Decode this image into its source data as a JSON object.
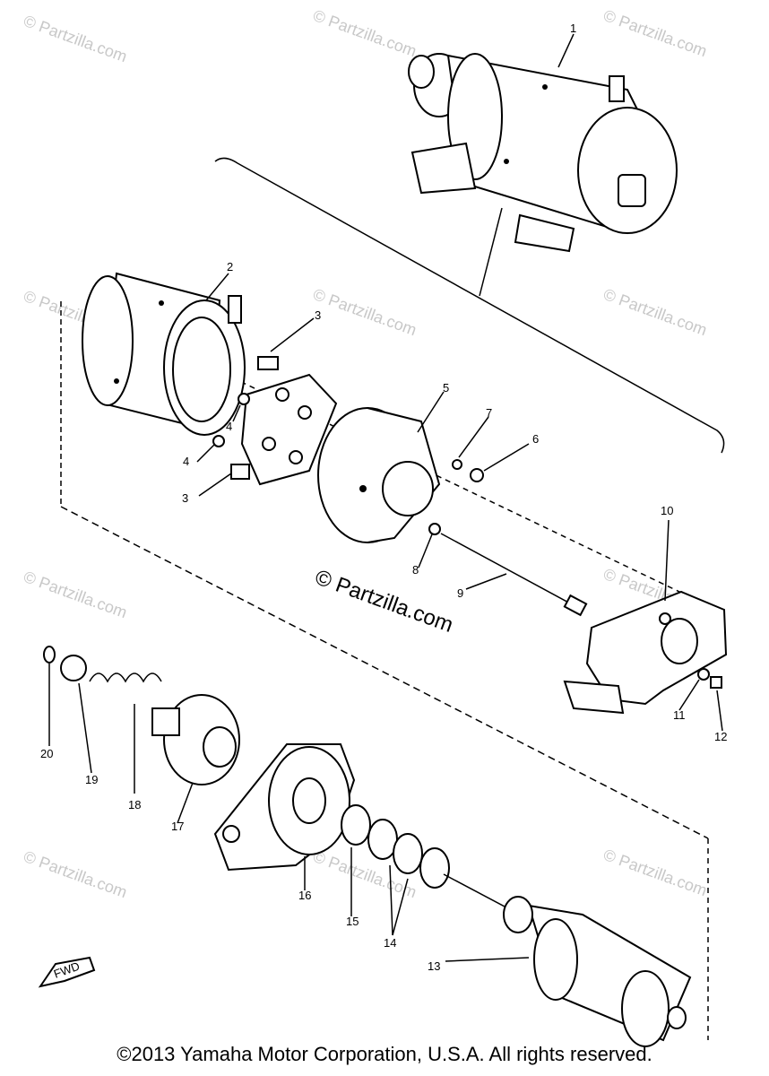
{
  "watermarks": {
    "corner": "© Partzilla.com",
    "center": "© Partzilla.com"
  },
  "callouts": [
    "1",
    "2",
    "3",
    "3",
    "4",
    "4",
    "5",
    "6",
    "7",
    "8",
    "9",
    "10",
    "11",
    "12",
    "13",
    "14",
    "15",
    "16",
    "17",
    "18",
    "19",
    "20"
  ],
  "fwd_label": "FWD",
  "copyright": "©2013 Yamaha Motor Corporation, U.S.A. All rights reserved."
}
